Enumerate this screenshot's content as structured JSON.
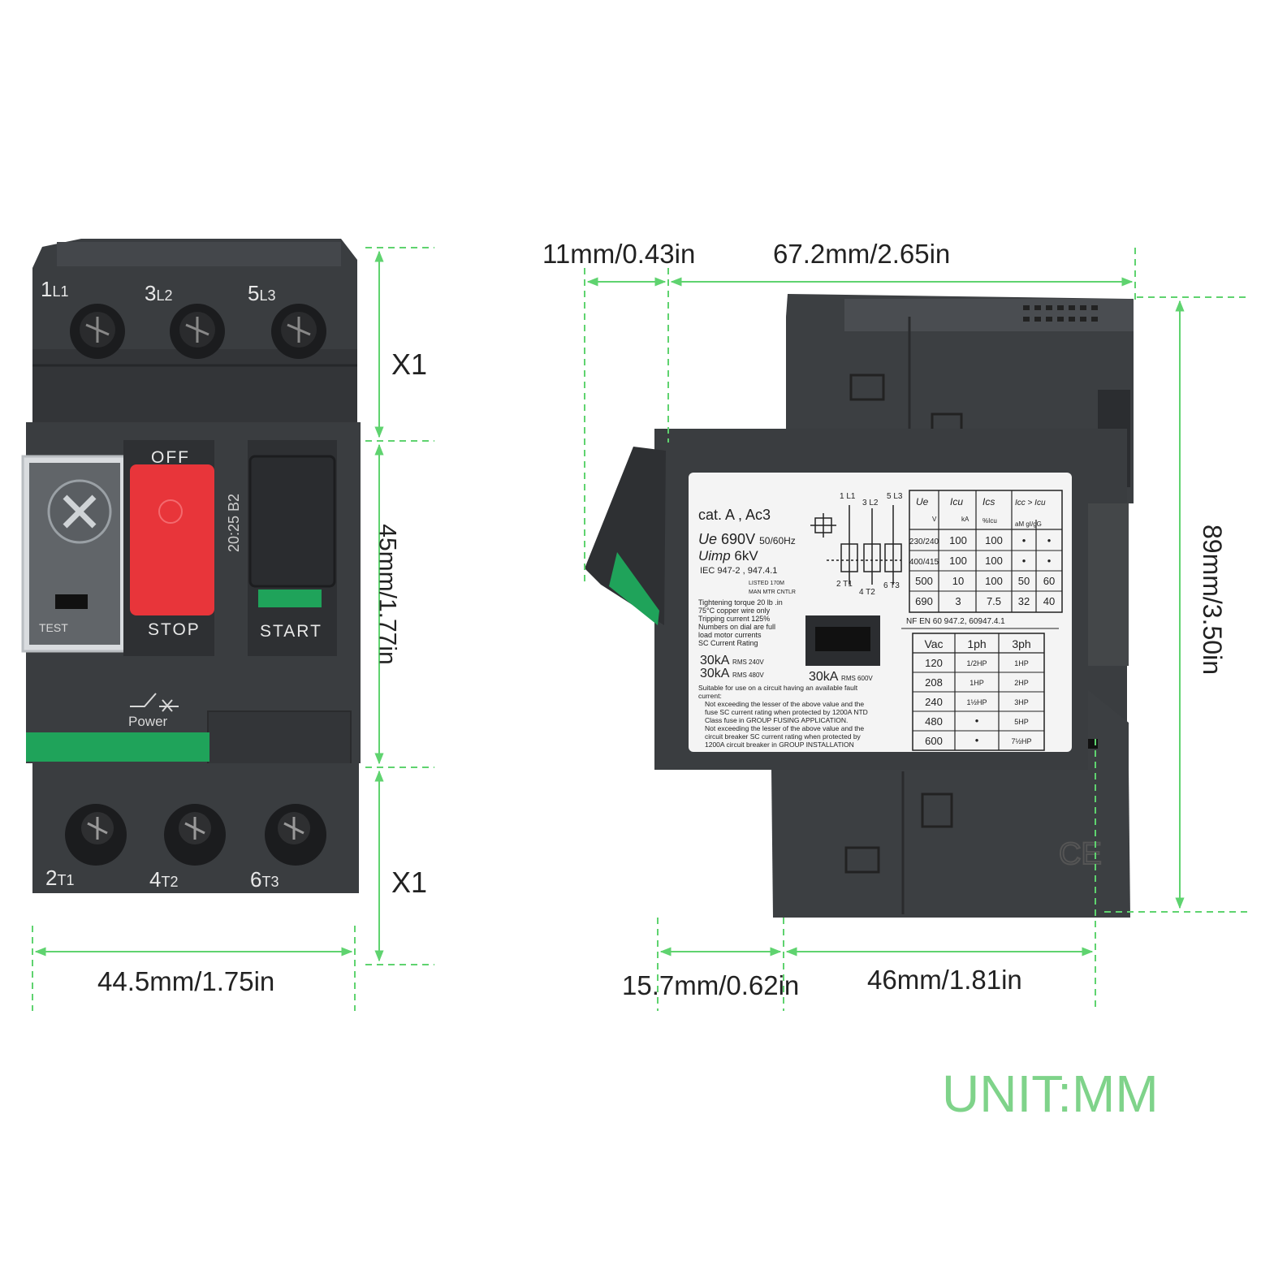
{
  "colors": {
    "body": "#3a3d40",
    "body_dark": "#2c2e31",
    "body_light": "#4a4d51",
    "stop": "#e8353a",
    "green": "#1fa35a",
    "dim_line": "#5fd36f",
    "unit_text": "#7fd38a",
    "label_bg": "#f4f4f4"
  },
  "dimensions": {
    "top_x1": "X1",
    "middle_height": "45mm/1.77in",
    "bottom_x1": "X1",
    "front_width": "44.5mm/1.75in",
    "side_top_left": "11mm/0.43in",
    "side_top_right": "67.2mm/2.65in",
    "side_height": "89mm/3.50in",
    "side_bottom_left": "15.7mm/0.62in",
    "side_bottom_right": "46mm/1.81in"
  },
  "unit_label": "UNIT:MM",
  "front": {
    "terminals_top": [
      {
        "num": "1",
        "sub": "L1"
      },
      {
        "num": "3",
        "sub": "L2"
      },
      {
        "num": "5",
        "sub": "L3"
      }
    ],
    "terminals_bottom": [
      {
        "num": "2",
        "sub": "T1"
      },
      {
        "num": "4",
        "sub": "T2"
      },
      {
        "num": "6",
        "sub": "T3"
      }
    ],
    "off_label": "OFF",
    "stop_label": "STOP",
    "start_label": "START",
    "range_label": "20:25 B2",
    "test_label": "TEST",
    "power_label": "Power"
  },
  "side_label": {
    "cat": "cat. A , Ac3",
    "ue_sym": "Ue",
    "ue_val": "690V",
    "ue_freq": "50/60Hz",
    "uimp_sym": "Uimp",
    "uimp_val": "6kV",
    "iec": "IEC 947-2 , 947.4.1",
    "listed": "LISTED 170M",
    "man": "MAN MTR CNTLR",
    "notes": [
      "Tightening torque 20 lb .in",
      "75°C copper wire only",
      "Tripping current 125%",
      "Numbers on dial are full",
      "load motor currents",
      "SC Current Rating"
    ],
    "sc1": "30kA",
    "sc1_rms": "RMS 240V",
    "sc2": "30kA",
    "sc2_rms": "RMS 480V",
    "sc3": "30kA",
    "sc3_rms": "RMS 600V",
    "suitable": [
      "Suitable for use on a circuit having an available fault",
      "current:",
      "Not exceeding the lesser of the above value and the",
      "fuse SC current rating when protected by 1200A NTD",
      "Class fuse in GROUP FUSING APPLICATION.",
      "Not exceeding the lesser of the above value and the",
      "circuit breaker SC current rating when protected by",
      "1200A circuit breaker in GROUP INSTALLATION"
    ],
    "pole_top": [
      "1 L1",
      "3 L2",
      "5 L3"
    ],
    "pole_bottom": [
      "2 T1",
      "4 T2",
      "6 T3"
    ],
    "table1_head": [
      "Ue",
      "Icu",
      "Ics",
      "Icc > Icu"
    ],
    "table1_sub": [
      "V",
      "kA",
      "%Icu",
      "aM  gI/gG"
    ],
    "table1_rows": [
      [
        "230/240",
        "100",
        "100",
        "•",
        "•"
      ],
      [
        "400/415",
        "100",
        "100",
        "•",
        "•"
      ],
      [
        "500",
        "10",
        "100",
        "50",
        "60"
      ],
      [
        "690",
        "3",
        "7.5",
        "32",
        "40"
      ]
    ],
    "standard": "NF EN 60 947.2, 60947.4.1",
    "table2_head": [
      "Vac",
      "1ph",
      "3ph"
    ],
    "table2_rows": [
      [
        "120",
        "1/2HP",
        "1HP"
      ],
      [
        "208",
        "1HP",
        "2HP"
      ],
      [
        "240",
        "1½HP",
        "3HP"
      ],
      [
        "480",
        "•",
        "5HP"
      ],
      [
        "600",
        "•",
        "7½HP"
      ]
    ],
    "ce_mark": "CE"
  }
}
